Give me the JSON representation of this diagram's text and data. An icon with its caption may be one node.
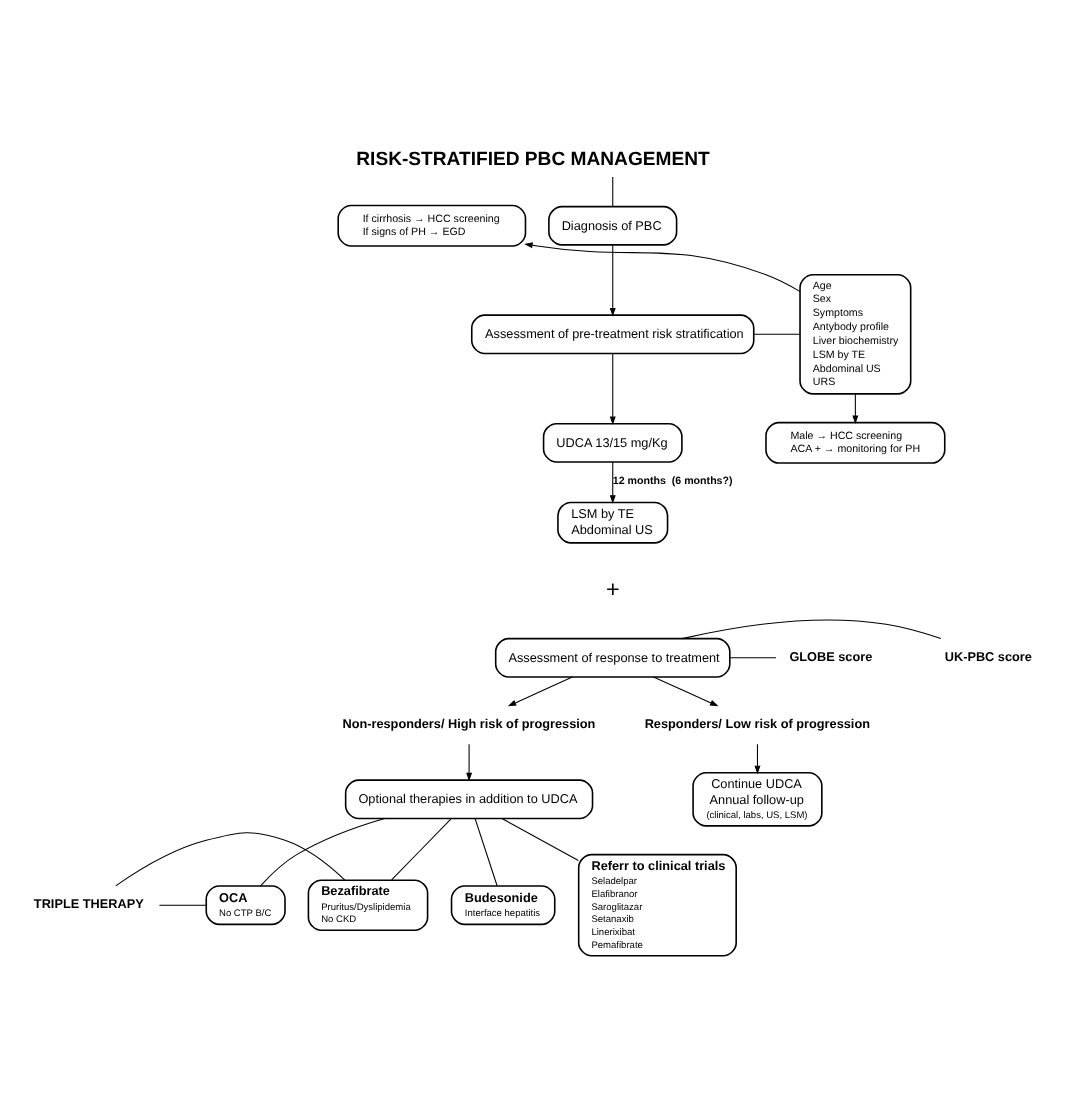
{
  "diagram": {
    "title": "RISK-STRATIFIED PBC MANAGEMENT",
    "nodes": [
      {
        "text": [
          "Diagnosis of PBC"
        ]
      },
      {
        "text": [
          "Assessment of pre-treatment risk stratification"
        ]
      },
      {
        "text": [
          "Age",
          "Sex",
          "Symptoms",
          "Antybody profile",
          "Liver biochemistry",
          "LSM by TE",
          "Abdominal US",
          "URS"
        ]
      },
      {
        "text": [
          "If cirrhosis → HCC screening",
          "If signs of PH → EGD"
        ]
      },
      {
        "text": [
          "Male → HCC screening",
          "ACA + → monitoring for PH"
        ]
      },
      {
        "text": [
          "UDCA 13/15 mg/Kg"
        ]
      },
      {
        "text": [
          "LSM by TE",
          "Abdominal US"
        ]
      },
      {
        "text": [
          "Assessment of response to treatment"
        ]
      },
      {
        "text": [
          "GLOBE score"
        ]
      },
      {
        "text": [
          "UK-PBC score"
        ]
      },
      {
        "text": [
          "Non-responders/ High risk of progression"
        ]
      },
      {
        "text": [
          "Responders/ Low risk of progression"
        ]
      },
      {
        "text": [
          "Optional therapies in addition to UDCA"
        ]
      },
      {
        "text": [
          "Continue UDCA",
          "Annual follow-up",
          "(clinical, labs, US, LSM)"
        ]
      },
      {
        "text": [
          "OCA",
          "No CTP B/C"
        ]
      },
      {
        "text": [
          "Bezafibrate",
          "Pruritus/Dyslipidemia",
          "No CKD"
        ]
      },
      {
        "text": [
          "Budesonide",
          "Interface hepatitis"
        ]
      },
      {
        "text": [
          "TRIPLE THERAPY"
        ]
      },
      {
        "text": [
          "Referr to clinical trials",
          "Seladelpar",
          "Elafibranor",
          "Saroglitazar",
          "Setanaxib",
          "Linerixibat",
          "Pemafibrate"
        ]
      }
    ],
    "edges": [
      {
        "from": null,
        "to": 0,
        "arrow": "none"
      },
      {
        "from": 0,
        "to": 1,
        "arrow": "to"
      },
      {
        "from": 1,
        "to": 2,
        "arrow": "none"
      },
      {
        "from": 2,
        "to": 3,
        "arrow": "to"
      },
      {
        "from": 2,
        "to": 4,
        "arrow": "to"
      },
      {
        "from": 1,
        "to": 5,
        "arrow": "to"
      },
      {
        "from": 5,
        "to": 6,
        "arrow": "to",
        "label": "12 months  (6 months?)"
      },
      {
        "from": 7,
        "to": 8,
        "arrow": "none"
      },
      {
        "from": 7,
        "to": 9,
        "arrow": "none"
      },
      {
        "from": 7,
        "to": 10,
        "arrow": "to"
      },
      {
        "from": 7,
        "to": 11,
        "arrow": "to"
      },
      {
        "from": 10,
        "to": 12,
        "arrow": "to"
      },
      {
        "from": 11,
        "to": 13,
        "arrow": "to"
      },
      {
        "from": 12,
        "to": 14,
        "arrow": "none"
      },
      {
        "from": 12,
        "to": 15,
        "arrow": "none"
      },
      {
        "from": 12,
        "to": 16,
        "arrow": "none"
      },
      {
        "from": 12,
        "to": 18,
        "arrow": "none"
      },
      {
        "from": 17,
        "to": 14,
        "arrow": "none"
      },
      {
        "from": 17,
        "to": 15,
        "arrow": "none"
      }
    ],
    "labels": [
      "+"
    ]
  }
}
